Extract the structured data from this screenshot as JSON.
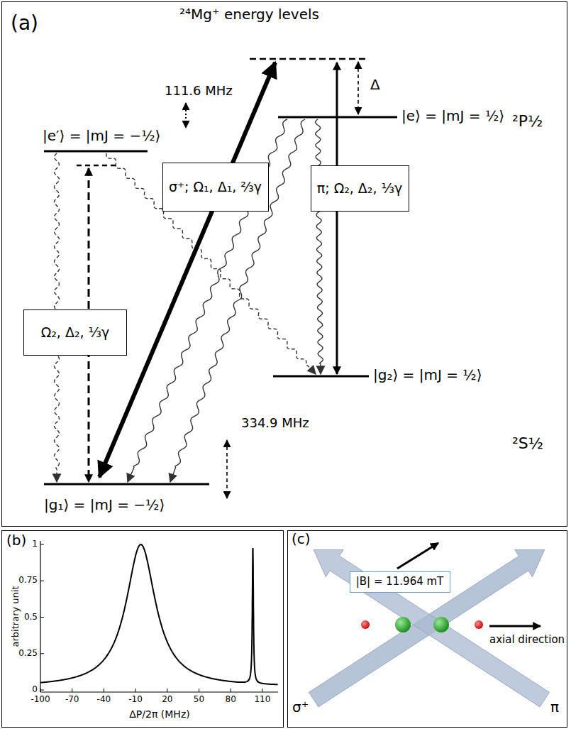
{
  "diagram": {
    "nodes": [
      {
        "text": [
          "(a)",
          "²⁴Mg⁺ energy levels"
        ]
      },
      {
        "text": [
          "σ⁺; Ω₁, Δ₁, ⅔γ"
        ],
        "in": 0
      },
      {
        "text": [
          "π; Ω₂, Δ₂, ⅓γ"
        ],
        "in": 0
      },
      {
        "text": [
          "Ω₂, Δ₂, ⅓γ"
        ],
        "in": 0
      },
      {
        "text": [
          "(b)"
        ]
      },
      {
        "text": [
          "(c)"
        ]
      },
      {
        "text": [
          "|B| = 11.964 mT"
        ],
        "in": 5
      }
    ],
    "labels": [
      "|e′⟩ = |mJ = −½⟩",
      "111.6 MHz",
      "Δ",
      "|e⟩ = |mJ = ½⟩",
      "²P½",
      "|g₂⟩ = |mJ = ½⟩",
      "334.9 MHz",
      "²S½",
      "|g₁⟩ = |mJ = −½⟩",
      "arbitrary unit",
      "0",
      "0.25",
      "0.5",
      "0.75",
      "1",
      "-100",
      "-70",
      "-40",
      "-10",
      "20",
      "50",
      "80",
      "110",
      "ΔP/2π (MHz)",
      "σ⁺",
      "π",
      "axial direction"
    ]
  }
}
